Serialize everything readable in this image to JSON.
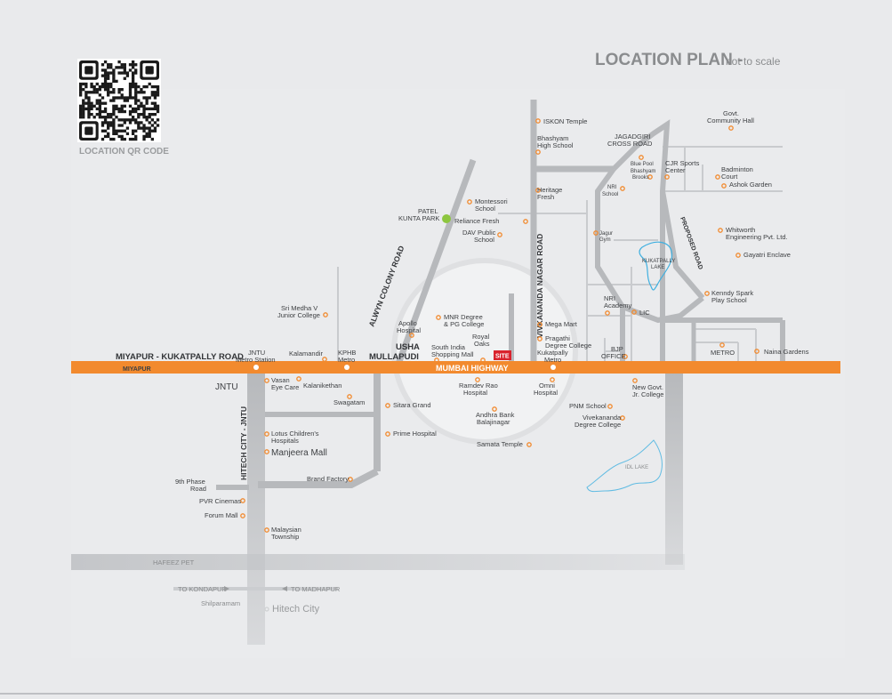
{
  "title": {
    "main": "LOCATION PLAN -",
    "sub": "not to scale"
  },
  "qr": {
    "caption": "LOCATION QR CODE"
  },
  "colors": {
    "highway": "#f28a2e",
    "poi": "#f28a2e",
    "road": "#b7b9bc",
    "site": "#d9232d",
    "park": "#8dc63f",
    "lake": "#40b0e0"
  },
  "roads": {
    "highway": "MUMBAI HIGHWAY",
    "miyapur_kukatpally": "MIYAPUR - KUKATPALLY ROAD",
    "miyapur": "MIYAPUR",
    "alwyn": "ALWYN COLONY ROAD",
    "vivekananda": "VIVKANANDA NAGAR ROAD",
    "proposed": "PROPOSED ROAD",
    "hitech": "HITECH CITY - JNTU",
    "hafeez": "HAFEEZ PET",
    "to_kondapur": "TO KONDAPUR",
    "to_madhapur": "TO MADHAPUR"
  },
  "site": {
    "label": "SITE"
  },
  "areas": {
    "usha": "USHA",
    "mullapudi": "MULLAPUDI",
    "jntu": "JNTU",
    "hitech_city": "Hitech City",
    "shilparamam": "Shilparamam",
    "metro": "METRO",
    "idl_lake": "IDL LAKE",
    "kukatpally_lake_1": "KUKATPALLY",
    "kukatpally_lake_2": "LAKE"
  },
  "metro_labels": {
    "jntu_1": "JNTU",
    "jntu_2": "Metro Station",
    "kphb_1": "KPHB",
    "kphb_2": "Metro",
    "kukatpally_1": "Kukatpally",
    "kukatpally_2": "Metro"
  },
  "places": {
    "iskon": "ISKON Temple",
    "bhashyam_hs_1": "Bhashyam",
    "bhashyam_hs_2": "High School",
    "jagadgiri_1": "JAGADGIRI",
    "jagadgiri_2": "CROSS ROAD",
    "govt_cc_1": "Govt.",
    "govt_cc_2": "Community Hall",
    "blue_pool": "Blue Pool",
    "bhashyam_brooks_1": "Bhashyam",
    "bhashyam_brooks_2": "Brooks",
    "cjr_1": "CJR Sports",
    "cjr_2": "Center",
    "badminton_1": "Badminton",
    "badminton_2": "Court",
    "ashok": "Ashok Garden",
    "heritage_1": "Heritage",
    "heritage_2": "Fresh",
    "nri_school_1": "NRI",
    "nri_school_2": "School",
    "montessori_1": "Montessori",
    "montessori_2": "School",
    "patel_1": "PATEL",
    "patel_2": "KUNTA PARK",
    "reliance": "Reliance Fresh",
    "dav_1": "DAV Public",
    "dav_2": "School",
    "jagur_1": "Jagur",
    "jagur_2": "Gym",
    "whitworth_1": "Whitworth",
    "whitworth_2": "Engineering Pvt. Ltd.",
    "gayatri": "Gayatri Enclave",
    "kenndy_1": "Kenndy Spark",
    "kenndy_2": "Play School",
    "nri_academy_1": "NRI",
    "nri_academy_2": "Academy",
    "lic": "LIC",
    "sri_medha_1": "Sri Medha V",
    "sri_medha_2": "Junior College",
    "mnr_1": "MNR Degree",
    "mnr_2": "& PG College",
    "mega_mart": "Mega Mart",
    "apollo_1": "Apollo",
    "apollo_2": "Hospital",
    "south_india_1": "South India",
    "south_india_2": "Shopping Mall",
    "royal_oaks_1": "Royal",
    "royal_oaks_2": "Oaks",
    "pragathi_1": "Pragathi",
    "pragathi_2": "Degree College",
    "bjp_1": "BJP",
    "bjp_2": "OFFICE",
    "naina": "Naina Gardens",
    "kalamandir": "Kalamandir",
    "vasan_1": "Vasan",
    "vasan_2": "Eye Care",
    "kalanikethan": "Kalanikethan",
    "ramdev_1": "Ramdev Rao",
    "ramdev_2": "Hospital",
    "omni_1": "Omni",
    "omni_2": "Hospital",
    "new_govt_1": "New Govt.",
    "new_govt_2": "Jr. College",
    "swagatam": "Swagatam",
    "sitara": "Sitara Grand",
    "andhra_1": "Andhra Bank",
    "andhra_2": "Balajinagar",
    "pnm": "PNM School",
    "vivekananda_dc_1": "Vivekananda",
    "vivekananda_dc_2": "Degree College",
    "lotus_1": "Lotus Children's",
    "lotus_2": "Hospitals",
    "prime": "Prime Hospital",
    "manjeera": "Manjeera Mall",
    "samata": "Samata Temple",
    "brand_factory": "Brand Factory",
    "ninth_phase_1": "9th Phase",
    "ninth_phase_2": "Road",
    "pvr": "PVR Cinemas",
    "forum": "Forum Mall",
    "malaysian_1": "Malaysian",
    "malaysian_2": "Township"
  }
}
